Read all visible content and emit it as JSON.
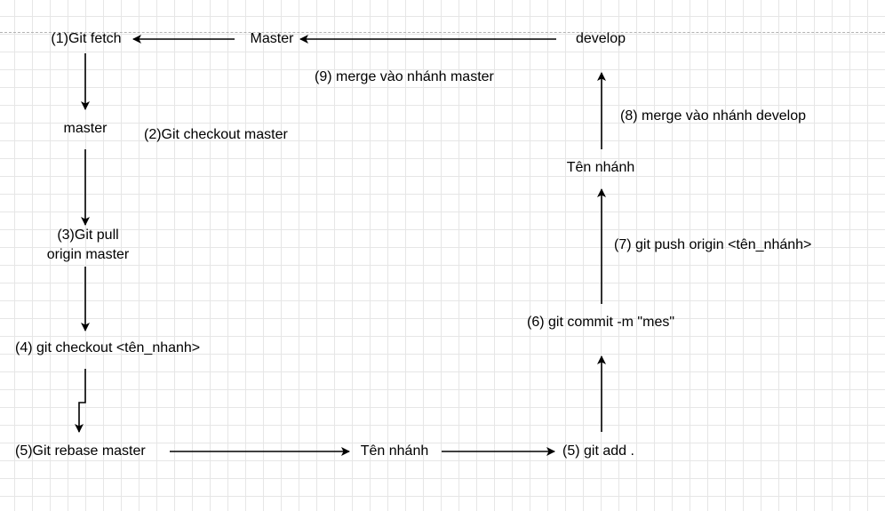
{
  "diagram": {
    "nodes": {
      "git_fetch": "(1)Git fetch",
      "master_top": "Master",
      "develop": "develop",
      "merge_master": "(9)  merge vào nhánh master",
      "master_local": "master",
      "checkout_master": "(2)Git checkout master",
      "merge_develop": "(8)  merge vào nhánh develop",
      "ten_nhanh_right": "Tên nhánh",
      "git_pull_line1": "(3)Git pull",
      "git_pull_line2": "origin master",
      "git_push": "(7)  git push origin <tên_nhánh>",
      "git_commit": "(6)  git commit -m \"mes\"",
      "checkout_branch": "(4)  git checkout <tên_nhanh>",
      "git_rebase": "(5)Git rebase master",
      "ten_nhanh_bottom": "Tên nhánh",
      "git_add": "(5) git add ."
    },
    "edges": [
      {
        "from": "master_top",
        "to": "git_fetch"
      },
      {
        "from": "develop",
        "to": "master_top"
      },
      {
        "from": "git_fetch",
        "to": "master_local"
      },
      {
        "from": "master_local",
        "to": "git_pull"
      },
      {
        "from": "git_pull",
        "to": "checkout_branch"
      },
      {
        "from": "checkout_branch",
        "to": "git_rebase"
      },
      {
        "from": "git_rebase",
        "to": "ten_nhanh_bottom"
      },
      {
        "from": "ten_nhanh_bottom",
        "to": "git_add"
      },
      {
        "from": "git_add",
        "to": "git_commit"
      },
      {
        "from": "git_commit",
        "to": "ten_nhanh_right"
      },
      {
        "from": "ten_nhanh_right",
        "to": "develop"
      }
    ],
    "colors": {
      "background": "#ffffff",
      "grid": "#e6e6e6",
      "stroke": "#000000",
      "text": "#000000"
    }
  }
}
